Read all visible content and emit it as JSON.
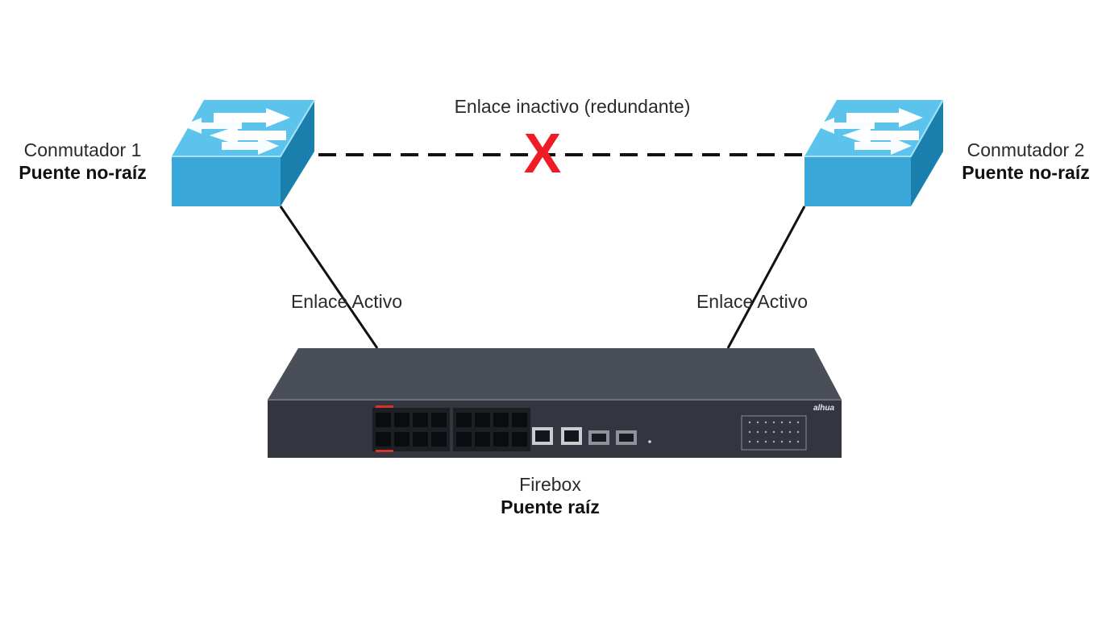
{
  "diagram": {
    "nodes": {
      "switch1": {
        "name": "Conmutador 1",
        "role": "Puente no-raíz",
        "icon": "network-switch-icon"
      },
      "switch2": {
        "name": "Conmutador 2",
        "role": "Puente no-raíz",
        "icon": "network-switch-icon"
      },
      "firebox": {
        "name": "Firebox",
        "role": "Puente raíz",
        "icon": "rack-switch-icon",
        "brand": "alhua"
      }
    },
    "links": {
      "inactive": {
        "label": "Enlace inactivo (redundante)",
        "style": "dashed",
        "marker": "X",
        "marker_color": "#ee1c24"
      },
      "active_left": {
        "label": "Enlace Activo",
        "style": "solid"
      },
      "active_right": {
        "label": "Enlace Activo",
        "style": "solid"
      }
    },
    "colors": {
      "switch_face": "#3aa8d8",
      "switch_top": "#5cc4ec",
      "switch_side": "#1b7fae",
      "rack_body": "#3b3f49",
      "link_line": "#111111",
      "blocked_marker": "#ee1c24"
    }
  }
}
